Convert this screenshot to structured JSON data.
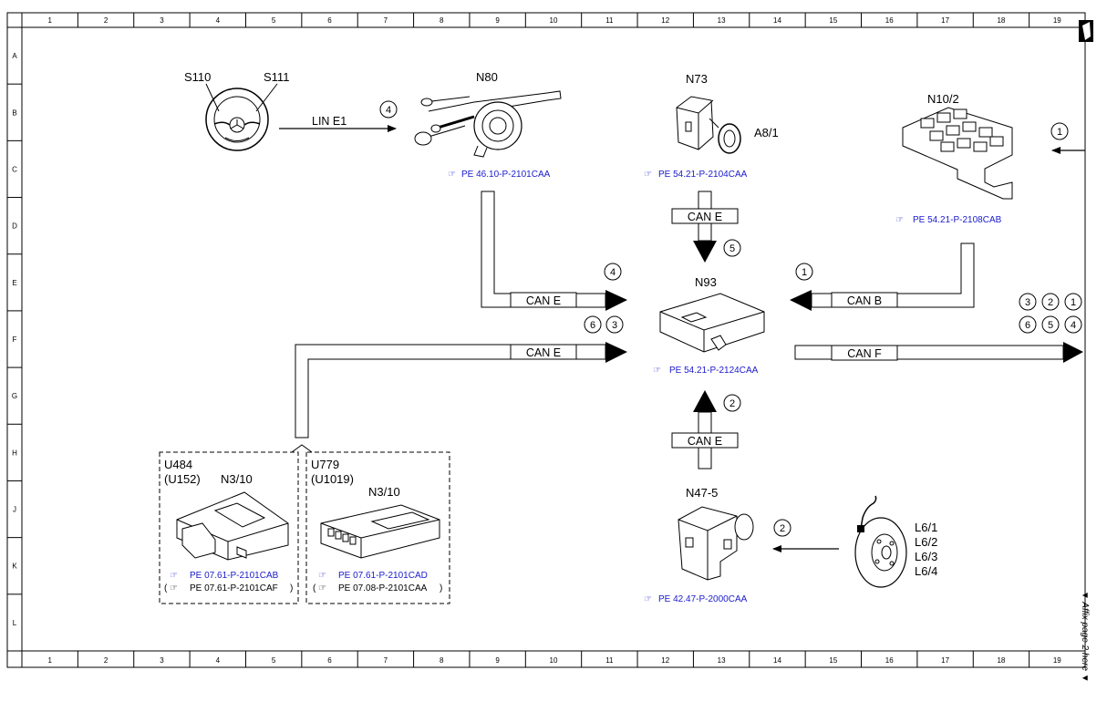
{
  "grid": {
    "columns": [
      "1",
      "2",
      "3",
      "4",
      "5",
      "6",
      "7",
      "8",
      "9",
      "10",
      "11",
      "12",
      "13",
      "14",
      "15",
      "16",
      "17",
      "18",
      "19"
    ],
    "rows": [
      "A",
      "B",
      "C",
      "D",
      "E",
      "F",
      "G",
      "H",
      "J",
      "K",
      "L"
    ]
  },
  "components": {
    "s110": "S110",
    "s111": "S111",
    "n80": "N80",
    "n73": "N73",
    "a8_1": "A8/1",
    "n10_2": "N10/2",
    "n93": "N93",
    "n47_5": "N47-5",
    "u484": "U484",
    "u152": "(U152)",
    "n3_10_left": "N3/10",
    "u779": "U779",
    "u1019": "(U1019)",
    "n3_10_right": "N3/10",
    "l6_1": "L6/1",
    "l6_2": "L6/2",
    "l6_3": "L6/3",
    "l6_4": "L6/4"
  },
  "buses": {
    "lin_e1": "LIN E1",
    "can_e_n80": "CAN E",
    "can_e_n73": "CAN E",
    "can_b": "CAN B",
    "can_e_n3": "CAN E",
    "can_f": "CAN F",
    "can_e_n47": "CAN E"
  },
  "refs": {
    "n80": "PE 46.10-P-2101CAA",
    "n73": "PE 54.21-P-2104CAA",
    "n10_2": "PE 54.21-P-2108CAB",
    "n93": "PE 54.21-P-2124CAA",
    "n47_5": "PE 42.47-P-2000CAA",
    "u484_a": "PE 07.61-P-2101CAB",
    "u484_b": "PE 07.61-P-2101CAF",
    "u779_a": "PE 07.61-P-2101CAD",
    "u779_b": "PE 07.08-P-2101CAA",
    "paren_open": "(",
    "paren_close": ")"
  },
  "markers": {
    "lin": "4",
    "n80_can": "4",
    "n73_can": "5",
    "n10_2_in": "1",
    "can_b": "1",
    "can_e_6": "6",
    "can_e_3": "3",
    "can_f_3": "3",
    "can_f_2": "2",
    "can_f_1": "1",
    "can_f_6": "6",
    "can_f_5": "5",
    "can_f_4": "4",
    "n47_can": "2",
    "l6": "2"
  },
  "side_note": "▼ Affix page 2 here ▼"
}
